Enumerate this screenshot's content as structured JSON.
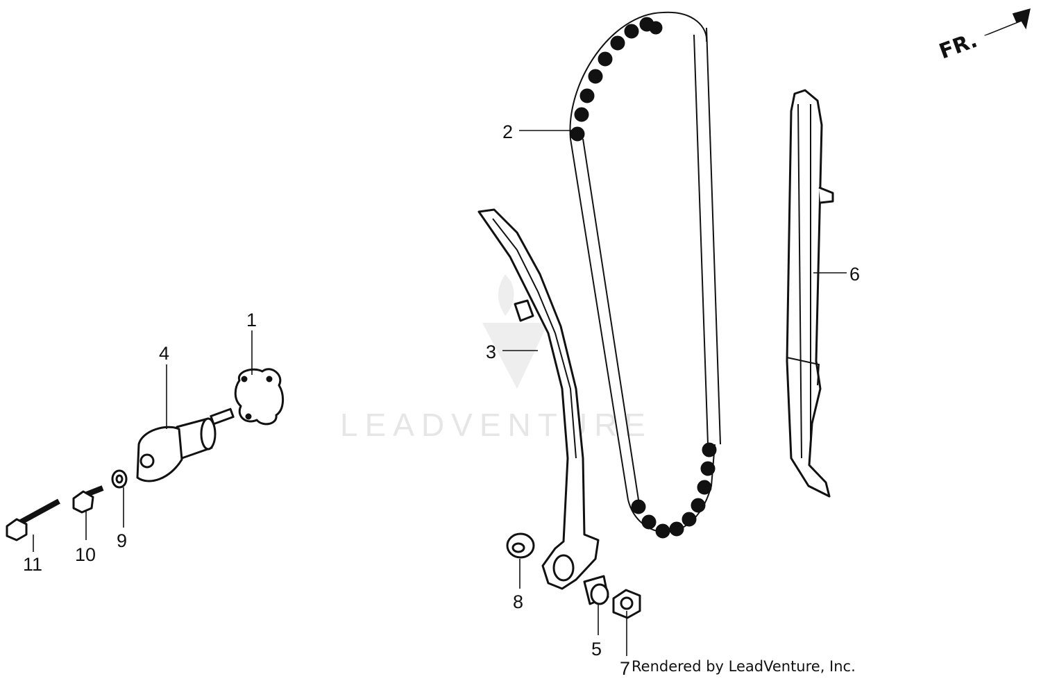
{
  "watermark": {
    "text": "LEADVENTURE"
  },
  "direction": {
    "label": "FR."
  },
  "credit": "Rendered by LeadVenture, Inc.",
  "callouts": [
    {
      "id": "1",
      "label": "1"
    },
    {
      "id": "2",
      "label": "2"
    },
    {
      "id": "3",
      "label": "3"
    },
    {
      "id": "4",
      "label": "4"
    },
    {
      "id": "5",
      "label": "5"
    },
    {
      "id": "6",
      "label": "6"
    },
    {
      "id": "7",
      "label": "7"
    },
    {
      "id": "8",
      "label": "8"
    },
    {
      "id": "9",
      "label": "9"
    },
    {
      "id": "10",
      "label": "10"
    },
    {
      "id": "11",
      "label": "11"
    }
  ]
}
